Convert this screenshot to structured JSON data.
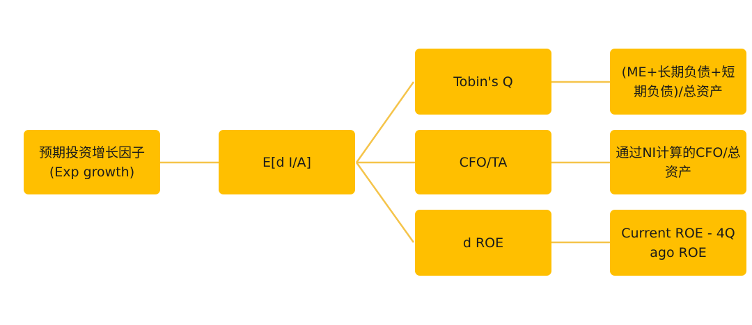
{
  "diagram": {
    "root": {
      "label": "预期投资增长因子(Exp growth)"
    },
    "mid": {
      "label": "E[d I/A]"
    },
    "branches": [
      {
        "label": "Tobin's Q",
        "detail": "(ME+长期负债+短期负债)/总资产"
      },
      {
        "label": "CFO/TA",
        "detail": "通过NI计算的CFO/总资产"
      },
      {
        "label": "d ROE",
        "detail": "Current ROE - 4Q ago ROE"
      }
    ],
    "colors": {
      "node_fill": "#FFBF00",
      "connector": "#F5C44A",
      "text": "#1a1a1a"
    }
  }
}
